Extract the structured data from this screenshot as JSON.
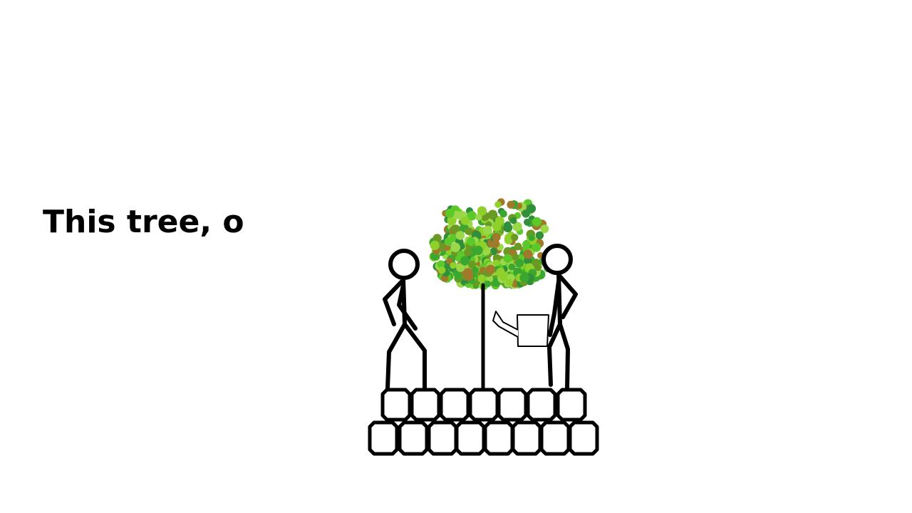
{
  "slide": {
    "caption": "This tree, o"
  },
  "illustration": {
    "figures": [
      "left-stick-figure",
      "right-stick-figure"
    ],
    "props": [
      "tree",
      "watering-can",
      "stone-wall"
    ],
    "colors": {
      "line": "#000000",
      "background": "#ffffff",
      "leaf_palette": [
        "#3aa82e",
        "#5cc92a",
        "#8fd12a",
        "#6a9a24",
        "#a07a2a",
        "#2f8f3a",
        "#9ad84a"
      ]
    }
  }
}
